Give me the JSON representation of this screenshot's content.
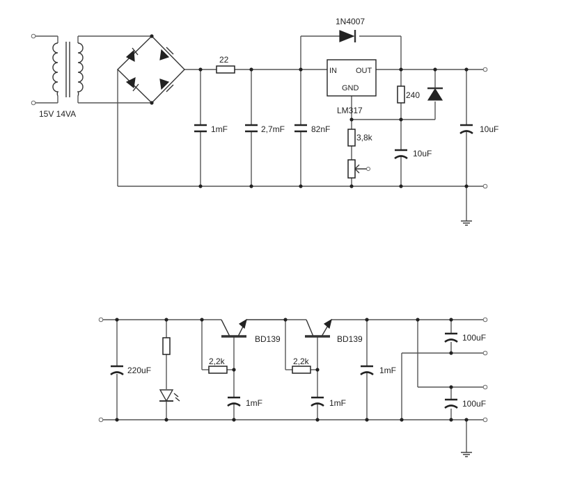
{
  "psu": {
    "transformer": "15V 14VA",
    "r_series": "22",
    "c1": "1mF",
    "c2": "2,7mF",
    "c3": "82nF",
    "bypass_diode": "1N4007",
    "regulator": {
      "in_pin": "IN",
      "out_pin": "OUT",
      "gnd_pin": "GND",
      "part": "LM317"
    },
    "r_prog": "240",
    "r_adj": "3,8k",
    "c_adj": "10uF",
    "c_out": "10uF"
  },
  "filter": {
    "c_in": "220uF",
    "t1": "BD139",
    "t2": "BD139",
    "r_b1": "2,2k",
    "r_b2": "2,2k",
    "c_b1": "1mF",
    "c_b2": "1mF",
    "c_mid": "1mF",
    "c_out1": "100uF",
    "c_out2": "100uF"
  }
}
